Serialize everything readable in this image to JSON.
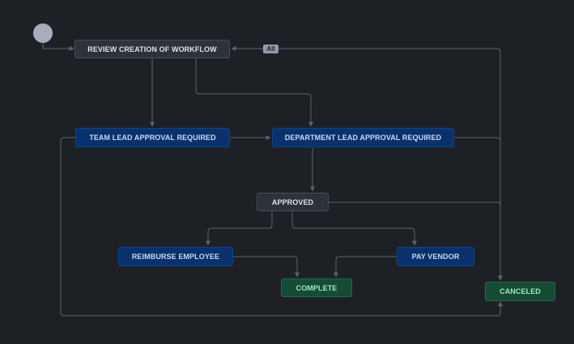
{
  "workflow": {
    "start": "start",
    "statuses": {
      "review": {
        "label": "REVIEW CREATION OF WORKFLOW",
        "category": "todo"
      },
      "team_lead": {
        "label": "TEAM LEAD APPROVAL REQUIRED",
        "category": "inprogress"
      },
      "dept_lead": {
        "label": "DEPARTMENT LEAD APPROVAL REQUIRED",
        "category": "inprogress"
      },
      "approved": {
        "label": "APPROVED",
        "category": "todo"
      },
      "reimburse": {
        "label": "REIMBURSE EMPLOYEE",
        "category": "inprogress"
      },
      "pay_vendor": {
        "label": "PAY VENDOR",
        "category": "inprogress"
      },
      "complete": {
        "label": "COMPLETE",
        "category": "done"
      },
      "canceled": {
        "label": "CANCELED",
        "category": "done"
      }
    },
    "all_transition_label": "All",
    "transitions": [
      {
        "from": "start",
        "to": "review"
      },
      {
        "from": "review",
        "to": "team_lead"
      },
      {
        "from": "review",
        "to": "dept_lead"
      },
      {
        "from": "team_lead",
        "to": "dept_lead"
      },
      {
        "from": "dept_lead",
        "to": "approved"
      },
      {
        "from": "approved",
        "to": "reimburse"
      },
      {
        "from": "approved",
        "to": "pay_vendor"
      },
      {
        "from": "reimburse",
        "to": "complete"
      },
      {
        "from": "pay_vendor",
        "to": "complete"
      },
      {
        "from": "team_lead",
        "to": "canceled"
      },
      {
        "from": "dept_lead",
        "to": "canceled"
      },
      {
        "from": "approved",
        "to": "canceled"
      },
      {
        "from": "all",
        "to": "review"
      }
    ]
  },
  "colors": {
    "background": "#1d2125",
    "edge": "#5b636d",
    "todo": "#2c333a",
    "inprogress": "#09326c",
    "done": "#164b35",
    "start_node": "#a6aebb"
  }
}
